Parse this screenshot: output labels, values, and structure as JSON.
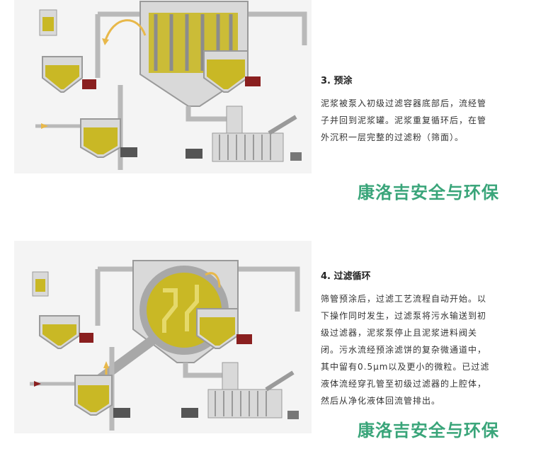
{
  "sections": [
    {
      "title": "3. 预涂",
      "body": "泥浆被泵入初级过滤容器底部后，流经管子并回到泥浆罐。泥浆重复循环后，在管外沉积一层完整的过滤粉（筛面）。",
      "watermark": "康洛吉安全与环保"
    },
    {
      "title": "4. 过滤循环",
      "body": "筛管预涂后，过滤工艺流程自动开始。以下操作同时发生，过滤泵将污水输送到初级过滤器，泥浆泵停止且泥浆进料阀关闭。污水流经预涂滤饼的复杂微通道中，其中留有0.5μm以及更小的微粒。已过滤液体流经穿孔管至初级过滤器的上腔体，然后从净化液体回流管排出。",
      "watermark": "康洛吉安全与环保"
    }
  ],
  "colors": {
    "pipe": "#b9b9b9",
    "tank": "#d9d9d9",
    "slurry": "#c9b825",
    "flow_arrow": "#e8b84a",
    "pump": "#8a1f1f",
    "watermark": "#3aa57a"
  }
}
